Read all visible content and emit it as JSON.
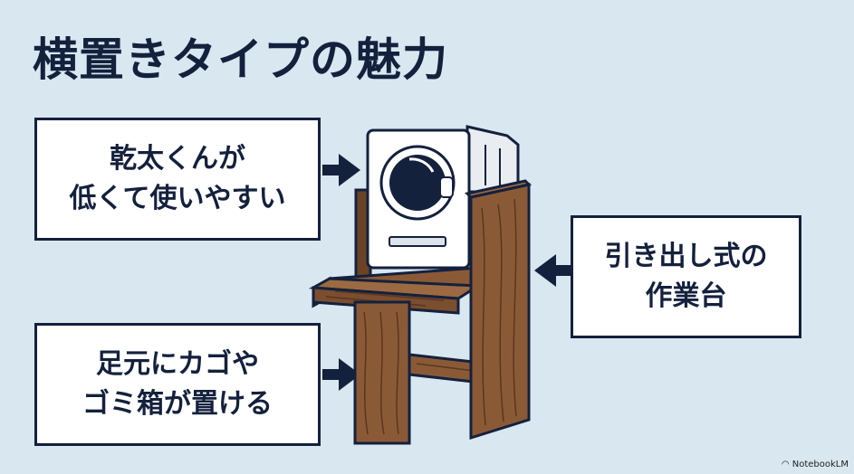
{
  "title": "横置きタイプの魅力",
  "callouts": {
    "dryer": {
      "line1": "乾太くんが",
      "line2": "低くて使いやすい"
    },
    "drawer": {
      "line1": "引き出し式の",
      "line2": "作業台"
    },
    "floor": {
      "line1": "足元にカゴや",
      "line2": "ゴミ箱が置ける"
    }
  },
  "logo": "NotebookLM",
  "colors": {
    "background": "#d9e7f1",
    "navy": "#14213d",
    "wood": "#8a5a36",
    "wood_dark": "#6b4226",
    "box": "#ffffff"
  }
}
